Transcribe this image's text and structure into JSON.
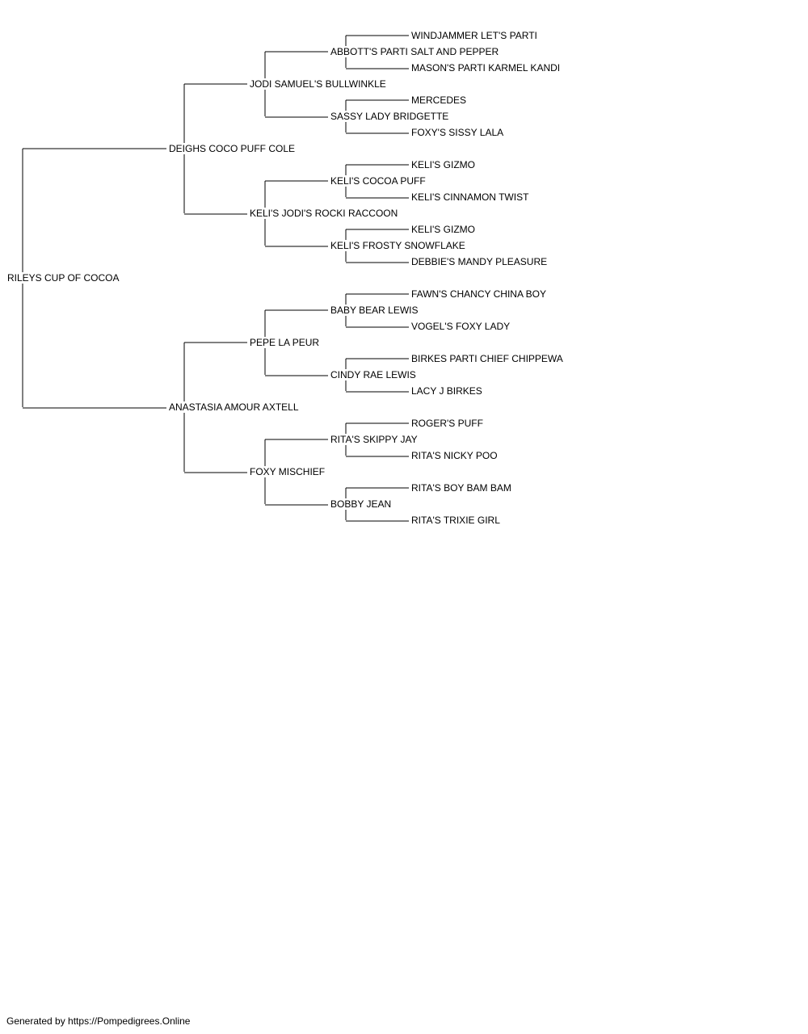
{
  "pedigree": {
    "name": "RILEYS CUP OF COCOA",
    "sire": {
      "name": "DEIGHS COCO PUFF COLE",
      "sire": {
        "name": "JODI SAMUEL'S BULLWINKLE",
        "sire": {
          "name": "ABBOTT'S PARTI SALT AND PEPPER",
          "sire": {
            "name": "WINDJAMMER LET'S PARTI"
          },
          "dam": {
            "name": "MASON'S PARTI KARMEL KANDI"
          }
        },
        "dam": {
          "name": "SASSY LADY BRIDGETTE",
          "sire": {
            "name": "MERCEDES"
          },
          "dam": {
            "name": "FOXY'S SISSY LALA"
          }
        }
      },
      "dam": {
        "name": "KELI'S JODI'S ROCKI RACCOON",
        "sire": {
          "name": "KELI'S COCOA PUFF",
          "sire": {
            "name": "KELI'S GIZMO"
          },
          "dam": {
            "name": "KELI'S CINNAMON TWIST"
          }
        },
        "dam": {
          "name": "KELI'S FROSTY SNOWFLAKE",
          "sire": {
            "name": "KELI'S GIZMO"
          },
          "dam": {
            "name": "DEBBIE'S MANDY PLEASURE"
          }
        }
      }
    },
    "dam": {
      "name": "ANASTASIA AMOUR AXTELL",
      "sire": {
        "name": "PEPE LA PEUR",
        "sire": {
          "name": "BABY BEAR LEWIS",
          "sire": {
            "name": "FAWN'S CHANCY CHINA BOY"
          },
          "dam": {
            "name": "VOGEL'S FOXY LADY"
          }
        },
        "dam": {
          "name": "CINDY RAE LEWIS",
          "sire": {
            "name": "BIRKES PARTI CHIEF CHIPPEWA"
          },
          "dam": {
            "name": "LACY J BIRKES"
          }
        }
      },
      "dam": {
        "name": "FOXY MISCHIEF",
        "sire": {
          "name": "RITA'S SKIPPY JAY",
          "sire": {
            "name": "ROGER'S PUFF"
          },
          "dam": {
            "name": "RITA'S NICKY POO"
          }
        },
        "dam": {
          "name": "BOBBY JEAN",
          "sire": {
            "name": "RITA'S BOY BAM BAM"
          },
          "dam": {
            "name": "RITA'S TRIXIE GIRL"
          }
        }
      }
    }
  },
  "footer": "Generated by https://Pompedigrees.Online"
}
